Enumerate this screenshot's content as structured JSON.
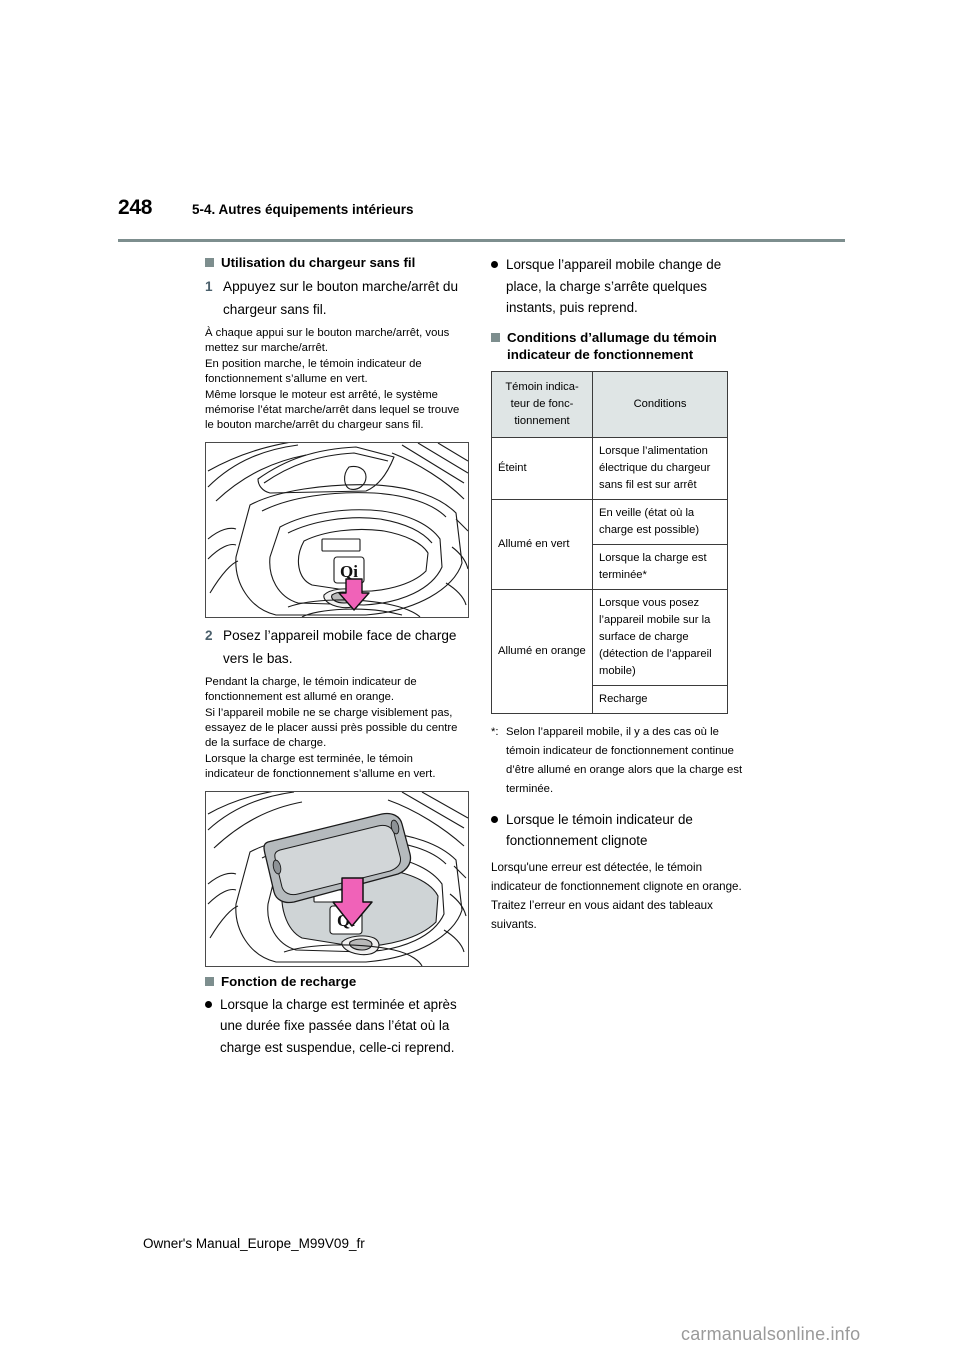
{
  "header": {
    "page_number": "248",
    "section": "5-4. Autres équipements intérieurs",
    "rule_color": "#7d8e8e"
  },
  "left_column": {
    "heading_1": "Utilisation du chargeur sans fil",
    "step_1_number": "1",
    "step_1_text": "Appuyez sur le bouton marche/arrêt du chargeur sans fil.",
    "note_1": "À chaque appui sur le bouton marche/arrêt, vous mettez sur marche/arrêt.\nEn position marche, le témoin indicateur de fonctionnement s’allume en vert.\nMême lorsque le moteur est arrêté, le système mémorise l’état marche/arrêt dans lequel se trouve le bouton marche/arrêt du chargeur sans fil.",
    "figure_1_name": "console-charger-button-illustration",
    "step_2_number": "2",
    "step_2_text": "Posez l’appareil mobile face de charge vers le bas.",
    "note_2": "Pendant la charge, le témoin indicateur de fonctionnement est allumé en orange.\nSi l’appareil mobile ne se charge visiblement pas, essayez de le placer aussi près possible du centre de la surface de charge.\nLorsque la charge est terminée, le témoin indicateur de fonctionnement s’allume en vert.",
    "figure_2_name": "mobile-device-on-charging-surface-illustration",
    "heading_2": "Fonction de recharge",
    "bullet_1": "Lorsque la charge est terminée et après une durée fixe passée dans l’état où la charge est suspendue, celle-ci reprend."
  },
  "right_column": {
    "bullet_1": "Lorsque l’appareil mobile change de place, la charge s’arrête quelques instants, puis reprend.",
    "heading_1": "Conditions d’allumage du témoin indicateur de fonctionnement",
    "table": {
      "headers": [
        "Témoin indica- teur de fonc- tionnement",
        "Conditions"
      ],
      "rows": [
        {
          "indicator": "Éteint",
          "rowspan": 1,
          "conditions": [
            "Lorsque l’alimentation électrique du chargeur sans fil est sur arrêt"
          ]
        },
        {
          "indicator": "Allumé en vert",
          "rowspan": 2,
          "conditions": [
            "En veille (état où la charge est possible)",
            "Lorsque la charge est terminée*"
          ]
        },
        {
          "indicator": "Allumé en orange",
          "rowspan": 2,
          "conditions": [
            "Lorsque vous posez l’appareil mobile sur la surface de charge (détection de l’appareil mobile)",
            "Recharge"
          ]
        }
      ]
    },
    "footnote_mark": "*:",
    "footnote_text": "Selon l’appareil mobile, il y a des cas où le témoin indicateur de fonctionnement continue d’être allumé en orange alors que la charge est terminée.",
    "bullet_2": "Lorsque le témoin indicateur de fonctionnement clignote",
    "note_1": "Lorsqu'une erreur est détectée, le témoin indicateur de fonctionnement clignote en orange.\nTraitez l’erreur en vous aidant des tableaux suivants."
  },
  "footer": {
    "manual_id": "Owner's Manual_Europe_M99V09_fr",
    "watermark": "carmanualsonline.info"
  }
}
